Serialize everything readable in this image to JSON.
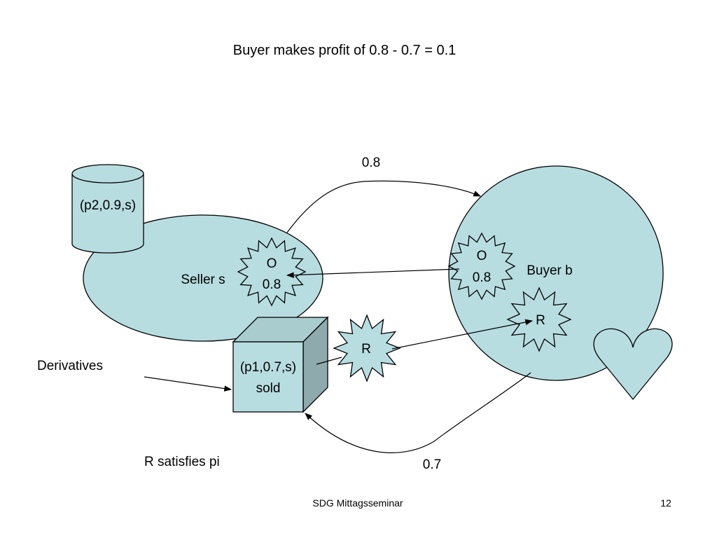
{
  "slide": {
    "title": "Buyer makes profit of 0.8 - 0.7 = 0.1",
    "footer": "SDG Mittagsseminar",
    "page_number": "12"
  },
  "diagram": {
    "database_label": "(p2,0.9,s)",
    "seller_label": "Seller s",
    "seller_offer": {
      "line1": "O",
      "line2": "0.8"
    },
    "buyer_label": "Buyer b",
    "buyer_offer": {
      "line1": "O",
      "line2": "0.8"
    },
    "buyer_request_label": "R",
    "request_label": "R",
    "cube_label": {
      "line1": "(p1,0.7,s)",
      "line2": "sold"
    },
    "derivatives_label": "Derivatives",
    "satisfies_label": "R satisfies pi",
    "payment_top": "0.8",
    "payment_bottom": "0.7"
  },
  "colors": {
    "shape_fill": "#b8dde1",
    "shape_stroke": "#000000",
    "cube_side": "#8faaad",
    "cube_top": "#a9cccf",
    "background": "#ffffff"
  }
}
